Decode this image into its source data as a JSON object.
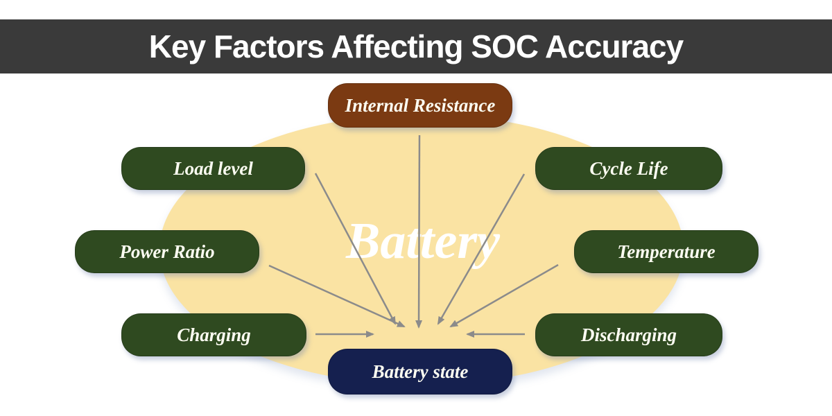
{
  "header": {
    "title": "Key Factors Affecting SOC Accuracy"
  },
  "diagram": {
    "watermark": "Battery",
    "nodes": [
      {
        "id": "internal-resistance",
        "label": "Internal Resistance",
        "color": "#7B3A12"
      },
      {
        "id": "load-level",
        "label": "Load level",
        "color": "#2F4A20"
      },
      {
        "id": "cycle-life",
        "label": "Cycle Life",
        "color": "#2F4A20"
      },
      {
        "id": "power-ratio",
        "label": "Power Ratio",
        "color": "#2F4A20"
      },
      {
        "id": "temperature",
        "label": "Temperature",
        "color": "#2F4A20"
      },
      {
        "id": "charging",
        "label": "Charging",
        "color": "#2F4A20"
      },
      {
        "id": "discharging",
        "label": "Discharging",
        "color": "#2F4A20"
      }
    ],
    "target_node": {
      "id": "battery-state",
      "label": "Battery state",
      "color": "#15204F"
    },
    "edges": [
      {
        "from": "Internal Resistance",
        "to": "Battery state"
      },
      {
        "from": "Load level",
        "to": "Battery state"
      },
      {
        "from": "Cycle Life",
        "to": "Battery state"
      },
      {
        "from": "Power Ratio",
        "to": "Battery state"
      },
      {
        "from": "Temperature",
        "to": "Battery state"
      },
      {
        "from": "Charging",
        "to": "Battery state"
      },
      {
        "from": "Discharging",
        "to": "Battery state"
      }
    ],
    "colors": {
      "header_bar": "#3A3A3A",
      "ellipse": "#FAE3A3",
      "factor_green": "#2F4A20",
      "factor_brown": "#7B3A12",
      "target_navy": "#15204F",
      "arrow_gray": "#8B8B8B",
      "text_white": "#FFFFFF"
    }
  }
}
